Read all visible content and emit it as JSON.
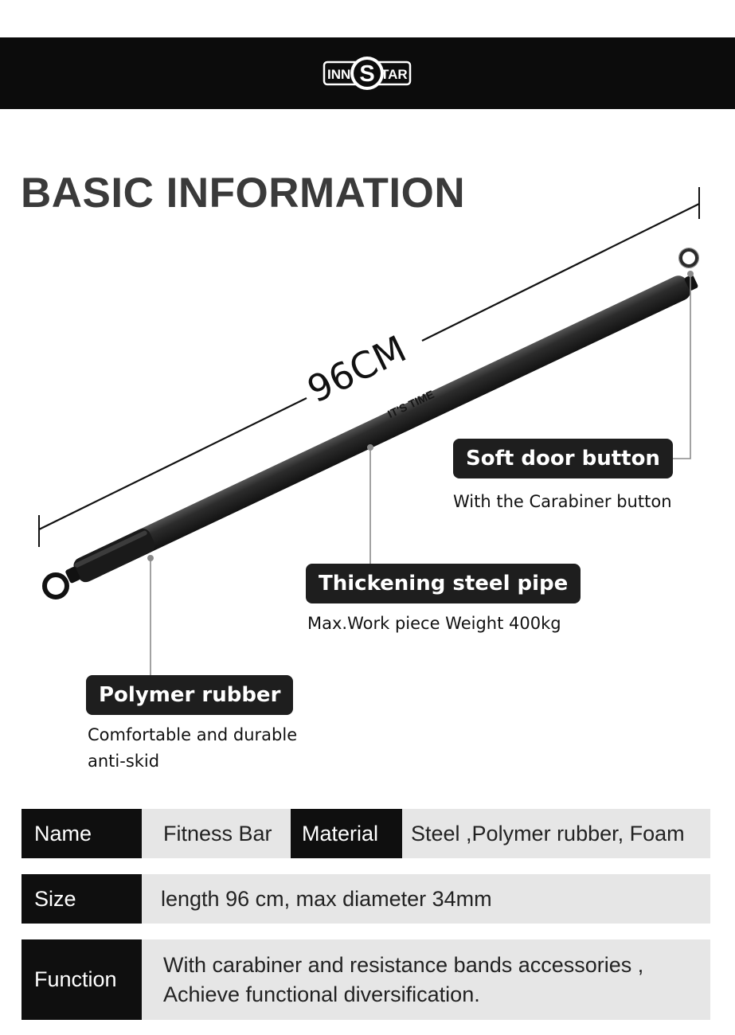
{
  "header": {
    "logo": {
      "icon": "innstar-logo",
      "text_left": "INN",
      "letter": "S",
      "text_right": "TAR"
    }
  },
  "title": "BASIC INFORMATION",
  "product": {
    "length_label": "96CM",
    "bar_imprint": "IT'S TIME"
  },
  "callouts": [
    {
      "label": "Soft door button",
      "description": "With the Carabiner button"
    },
    {
      "label": "Thickening steel pipe",
      "description": "Max.Work piece Weight 400kg"
    },
    {
      "label": "Polymer rubber",
      "description_lines": [
        "Comfortable and durable",
        "anti-skid"
      ]
    }
  ],
  "specs": {
    "name_label": "Name",
    "name_value": "Fitness Bar",
    "material_label": "Material",
    "material_value": "Steel ,Polymer rubber, Foam",
    "size_label": "Size",
    "size_value": "length 96 cm, max diameter 34mm",
    "function_label": "Function",
    "function_lines": [
      "With carabiner and resistance bands accessories ,",
      "Achieve functional diversification."
    ]
  },
  "colors": {
    "header_bg": "#0c0c0c",
    "pill_bg": "#1e1e1e",
    "cell_bg": "#e6e6e6",
    "bar": "#262626"
  }
}
